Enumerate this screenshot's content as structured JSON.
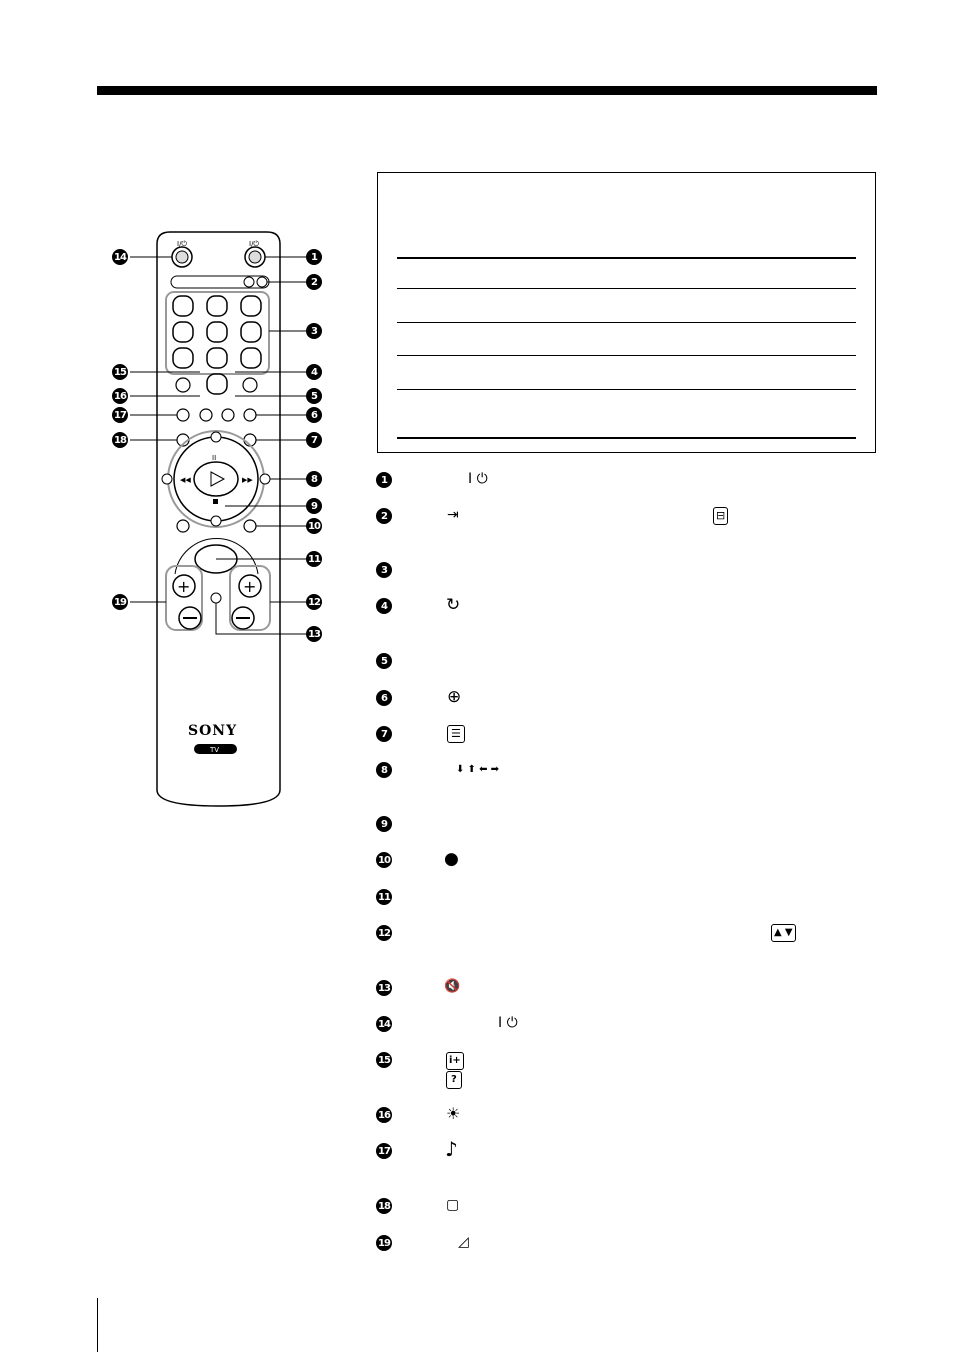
{
  "remote": {
    "brand": "SONY",
    "tv_label": "TV",
    "callouts": [
      "1",
      "2",
      "3",
      "4",
      "5",
      "6",
      "7",
      "8",
      "9",
      "10",
      "11",
      "12",
      "13",
      "14",
      "15",
      "16",
      "17",
      "18",
      "19"
    ]
  },
  "legend": {
    "items": [
      {
        "num": "1",
        "icon": "standby-power-icon",
        "glyph": "I ⏻"
      },
      {
        "num": "2",
        "icon": "input-select-icon",
        "glyph": "⇥",
        "icon2": "screen-mode-icon",
        "glyph2": "⊟"
      },
      {
        "num": "3",
        "icon": "",
        "glyph": ""
      },
      {
        "num": "4",
        "icon": "refresh-icon",
        "glyph": "↻"
      },
      {
        "num": "5",
        "icon": "",
        "glyph": ""
      },
      {
        "num": "6",
        "icon": "picture-mode-icon",
        "glyph": "⊕"
      },
      {
        "num": "7",
        "icon": "teletext-icon",
        "glyph": "☰"
      },
      {
        "num": "8",
        "icon": "arrow-keys-icon",
        "glyph": "⬇ ⬆ ⬅ ➡"
      },
      {
        "num": "9",
        "icon": "",
        "glyph": ""
      },
      {
        "num": "10",
        "icon": "record-dot-icon",
        "glyph": "●"
      },
      {
        "num": "11",
        "icon": "",
        "glyph": ""
      },
      {
        "num": "12",
        "icon": "page-up-down-icon",
        "glyph2": "▲ ▼"
      },
      {
        "num": "13",
        "icon": "mute-icon",
        "glyph": "🔇"
      },
      {
        "num": "14",
        "icon": "power-icon",
        "glyph": "I ⏻"
      },
      {
        "num": "15",
        "icon": "info-icon",
        "glyph": "i+",
        "glyph_b": "?"
      },
      {
        "num": "16",
        "icon": "brightness-icon",
        "glyph": "☀"
      },
      {
        "num": "17",
        "icon": "sound-note-icon",
        "glyph": "♪"
      },
      {
        "num": "18",
        "icon": "screen-icon",
        "glyph": "▢"
      },
      {
        "num": "19",
        "icon": "volume-icon",
        "glyph": "◿"
      }
    ]
  }
}
